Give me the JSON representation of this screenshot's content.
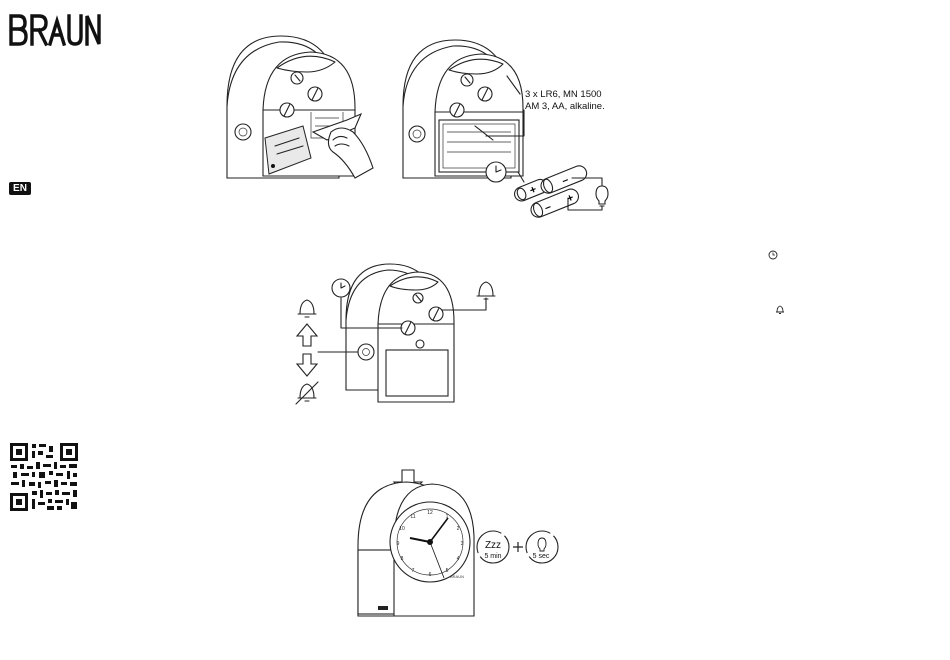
{
  "brand": {
    "logo_text": "BRAUN"
  },
  "language_badge": "EN",
  "battery_spec": {
    "line1": "3 x LR6, MN 1500",
    "line2": "AM 3, AA, alkaline."
  },
  "snooze_light": {
    "snooze_label": "Zzz",
    "snooze_time": "5 min",
    "light_time": "5 sec",
    "plus": "+"
  },
  "icons": {
    "clock": "clock-icon",
    "bell": "bell-icon",
    "bell_off": "bell-off-icon",
    "light": "light-bulb-icon",
    "arrow_up": "arrow-up-icon",
    "arrow_down": "arrow-down-icon",
    "qr": "qr-code-icon"
  }
}
